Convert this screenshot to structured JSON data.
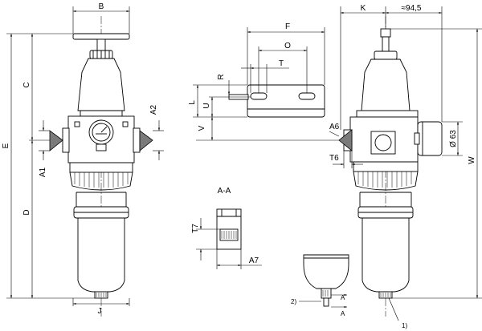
{
  "drawing": {
    "front_view": {
      "dim_top_width": "B",
      "dim_handle_height": "C",
      "dim_total_height": "E",
      "dim_bowl_height": "D",
      "dim_port_offset_left": "A1",
      "dim_port_offset_right": "A2",
      "dim_drain_width": "J"
    },
    "bracket_view": {
      "dim_total_length": "F",
      "dim_hole_spacing": "O",
      "dim_slot_length": "T",
      "dim_radius": "R",
      "dim_plate_height": "L",
      "dim_slot_offset": "U",
      "dim_to_port": "V"
    },
    "section_view": {
      "title": "A-A",
      "dim_height": "T7",
      "dim_width": "A7"
    },
    "side_view": {
      "dim_handle_offset": "K",
      "dim_gauge_offset": "≈94,5",
      "dim_port": "A6",
      "dim_gauge_diameter": "Ø 63",
      "dim_port_depth": "T6",
      "dim_total_height": "W",
      "note_1": "1)"
    },
    "drain_detail": {
      "note_2": "2)",
      "section_mark_top": "A",
      "section_mark_bottom": "A"
    }
  }
}
